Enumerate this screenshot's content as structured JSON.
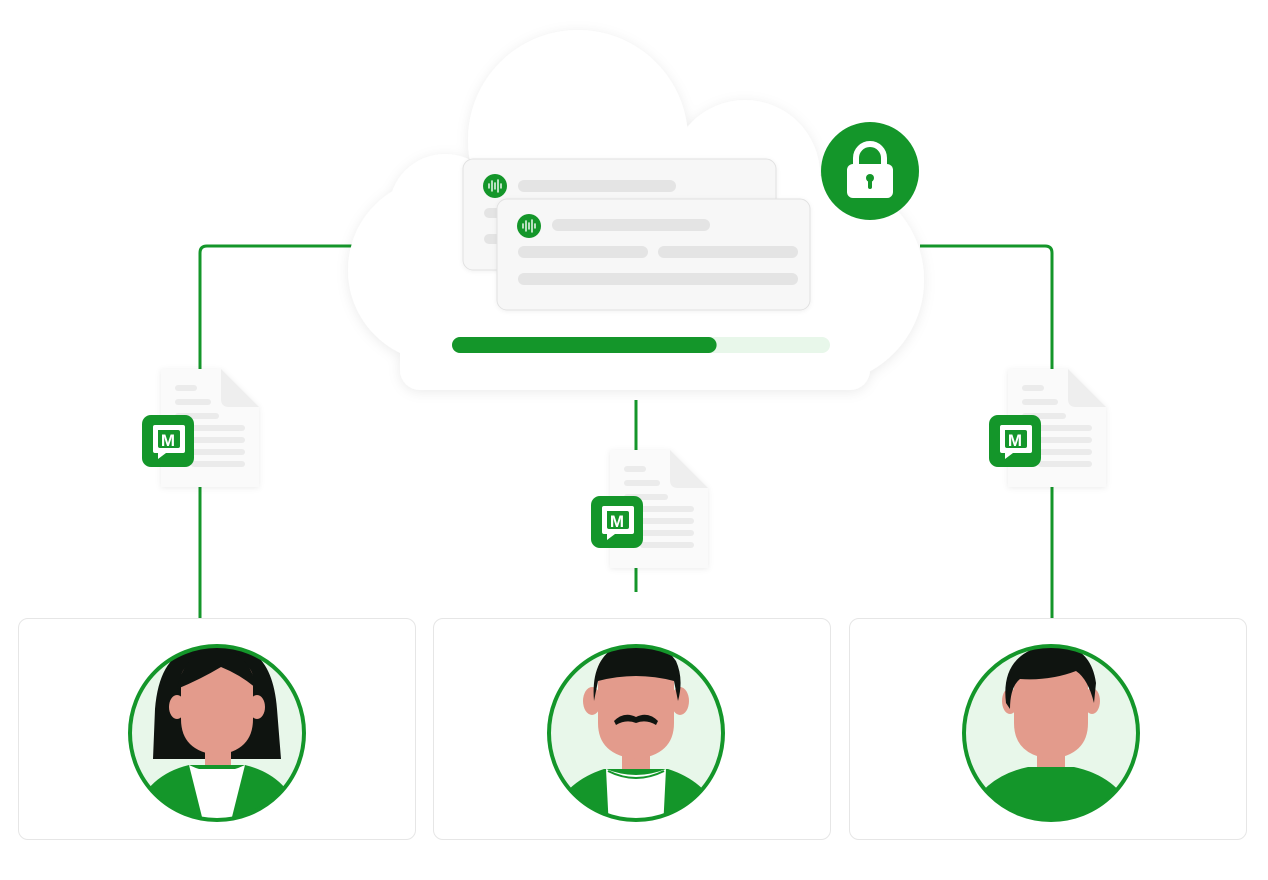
{
  "colors": {
    "brand_green": "#14962a",
    "light_green": "#e8f7ea",
    "skin": "#e39b8c",
    "hair": "#0f1410",
    "cloud_fill": "#ffffff",
    "placeholder_gray": "#e4e4e4"
  },
  "cloud": {
    "lock_icon": "padlock-icon",
    "message_cards": [
      {
        "icon": "audio-wave-icon"
      },
      {
        "icon": "audio-wave-icon"
      }
    ],
    "progress": 0.7
  },
  "documents": [
    {
      "badge_letter": "M",
      "icon": "memo-document-icon"
    },
    {
      "badge_letter": "M",
      "icon": "memo-document-icon"
    },
    {
      "badge_letter": "M",
      "icon": "memo-document-icon"
    }
  ],
  "users": [
    {
      "avatar": "woman-avatar"
    },
    {
      "avatar": "man-mustache-avatar"
    },
    {
      "avatar": "man-avatar"
    }
  ]
}
